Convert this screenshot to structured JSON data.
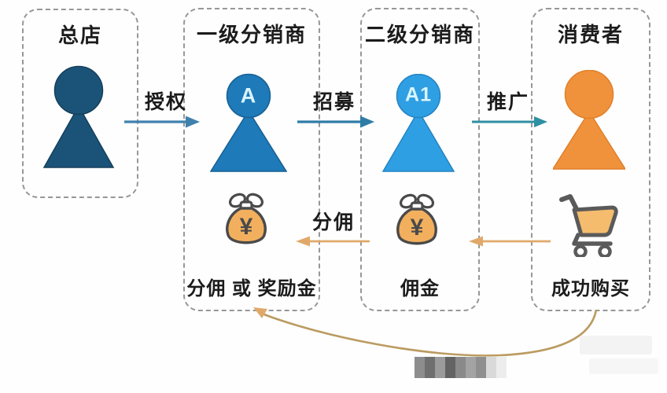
{
  "panels": {
    "headquarters": {
      "title": "总店"
    },
    "level1": {
      "title": "一级分销商",
      "avatar_label": "A",
      "bottom_label": "分佣 或 奖励金"
    },
    "level2": {
      "title": "二级分销商",
      "avatar_label": "A1",
      "bottom_label": "佣金"
    },
    "consumer": {
      "title": "消费者",
      "bottom_label": "成功购买"
    }
  },
  "arrows": {
    "authorize": "授权",
    "recruit": "招募",
    "promote": "推广",
    "commission": "分佣"
  },
  "icons": {
    "currency_symbol": "¥",
    "money_bag": "money-bag-icon",
    "shopping_cart": "shopping-cart-icon",
    "person": "person-icon"
  },
  "palette": {
    "headquarters_person": "#1b5378",
    "level1_person": "#1e7ab8",
    "level2_person": "#2f9fe3",
    "consumer_person": "#f0923c",
    "authorize_arrow": "#3f81ad",
    "recruit_arrow": "#2f7ca6",
    "promote_arrow": "#2f8fa3",
    "commission_arrow": "#e0a96a",
    "reward_curve": "#bb9b60",
    "money_bag_fill": "#f2b05e",
    "cart_basket_fill": "#f5bc6e",
    "icon_outline": "#4f4f4f",
    "panel_border": "#979797"
  }
}
